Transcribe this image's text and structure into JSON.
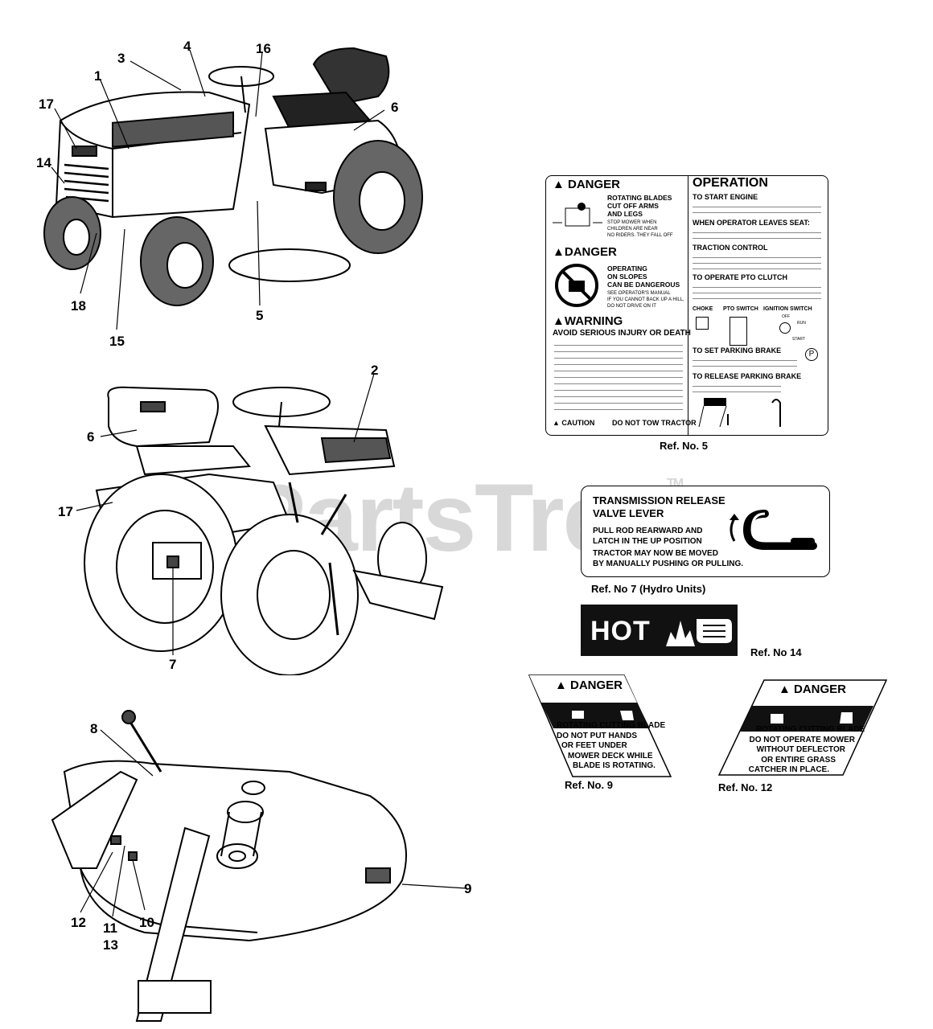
{
  "watermark": {
    "text": "PartsTree",
    "tm": "TM"
  },
  "callouts": {
    "n1": "1",
    "n2": "2",
    "n3": "3",
    "n4": "4",
    "n5": "5",
    "n6a": "6",
    "n6b": "6",
    "n7": "7",
    "n8": "8",
    "n9": "9",
    "n10": "10",
    "n11": "11",
    "n12": "12",
    "n13": "13",
    "n14": "14",
    "n15": "15",
    "n16": "16",
    "n17a": "17",
    "n17b": "17",
    "n18": "18"
  },
  "decal5": {
    "danger1": "DANGER",
    "danger1_text": [
      "ROTATING BLADES",
      "CUT OFF ARMS",
      "AND LEGS"
    ],
    "danger1_small": [
      "STOP MOWER WHEN",
      "CHILDREN ARE NEAR",
      "NO RIDERS. THEY FALL OFF"
    ],
    "danger2": "DANGER",
    "danger2_text": [
      "OPERATING",
      "ON SLOPES",
      "CAN BE DANGEROUS"
    ],
    "danger2_small": [
      "SEE OPERATOR'S MANUAL",
      "IF YOU CANNOT BACK UP A HILL,",
      "DO NOT DRIVE ON IT"
    ],
    "warning": "WARNING",
    "warning_text": "AVOID SERIOUS INJURY OR DEATH",
    "caution": "CAUTION",
    "caution_text": "DO NOT TOW TRACTOR",
    "operation": "OPERATION",
    "to_start": "TO START ENGINE",
    "when_leaves": "WHEN OPERATOR LEAVES SEAT:",
    "traction": "TRACTION CONTROL",
    "pto": "TO OPERATE PTO CLUTCH",
    "choke": "CHOKE",
    "pto_switch": "PTO SWITCH",
    "ignition": "IGNITION SWITCH",
    "off": "OFF",
    "run": "RUN",
    "start": "START",
    "set_brake": "TO SET PARKING BRAKE",
    "release_brake": "TO RELEASE PARKING BRAKE",
    "ref": "Ref. No. 5"
  },
  "decal7": {
    "title1": "TRANSMISSION RELEASE",
    "title2": "VALVE LEVER",
    "l1": "PULL ROD REARWARD AND",
    "l2": "LATCH IN THE UP POSITION",
    "l3": "TRACTOR MAY NOW BE MOVED",
    "l4": "BY MANUALLY PUSHING OR PULLING.",
    "ref": "Ref. No 7 (Hydro Units)"
  },
  "decal14": {
    "text": "HOT",
    "ref": "Ref. No 14"
  },
  "decal9": {
    "danger": "DANGER",
    "lines": [
      "ROTATING CUTTING BLADE",
      "DO NOT PUT HANDS",
      "OR FEET UNDER",
      "MOWER DECK WHILE",
      "BLADE IS ROTATING."
    ],
    "ref": "Ref. No. 9"
  },
  "decal12": {
    "danger": "DANGER",
    "lines": [
      "ROTATING CUTTING BLADE",
      "DO NOT OPERATE MOWER",
      "WITHOUT DEFLECTOR",
      "OR ENTIRE GRASS",
      "CATCHER IN PLACE."
    ],
    "ref": "Ref. No. 12"
  }
}
